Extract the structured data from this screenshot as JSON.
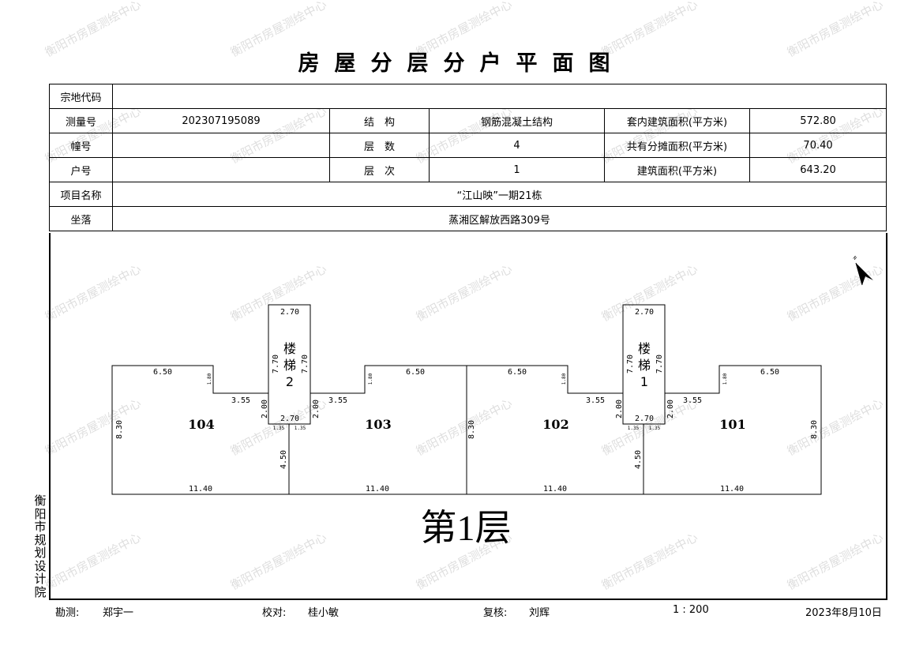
{
  "title": "房屋分层分户平面图",
  "watermark": "衡阳市房屋测绘中心",
  "info": {
    "parcel_code_label": "宗地代码",
    "parcel_code": "",
    "survey_no_label": "测量号",
    "survey_no": "202307195089",
    "structure_label": "结　构",
    "structure": "钢筋混凝土结构",
    "inner_area_label": "套内建筑面积(平方米)",
    "inner_area": "572.80",
    "building_label": "幢号",
    "building": "",
    "floors_label": "层　数",
    "floors": "4",
    "shared_area_label": "共有分摊面积(平方米)",
    "shared_area": "70.40",
    "unit_label": "户号",
    "unit": "",
    "floor_no_label": "层　次",
    "floor_no": "1",
    "building_area_label": "建筑面积(平方米)",
    "building_area": "643.20",
    "project_label": "项目名称",
    "project": "“江山映”一期21栋",
    "location_label": "坐落",
    "location": "蒸湘区解放西路309号"
  },
  "plan": {
    "north": "N",
    "floor_label": "第1层",
    "units": [
      "104",
      "103",
      "102",
      "101"
    ],
    "stairs": [
      {
        "label1": "楼",
        "label2": "梯",
        "number": "2"
      },
      {
        "label1": "楼",
        "label2": "梯",
        "number": "1"
      }
    ],
    "dims": {
      "width": "11.40",
      "depth": "8.30",
      "notch_width": "6.50",
      "notch_depth": "1.80",
      "corridor": "3.55",
      "stair_width": "2.70",
      "stair_length": "7.70",
      "stair_side": "2.00",
      "offset": "1.35",
      "partition": "4.50"
    }
  },
  "side_text": "衡阳市规划设计院",
  "footer": {
    "surveyor_label": "勘测:",
    "surveyor": "郑宇一",
    "checker_label": "校对:",
    "checker": "桂小敏",
    "reviewer_label": "复核:",
    "reviewer": "刘辉",
    "scale": "1 : 200",
    "date": "2023年8月10日"
  }
}
